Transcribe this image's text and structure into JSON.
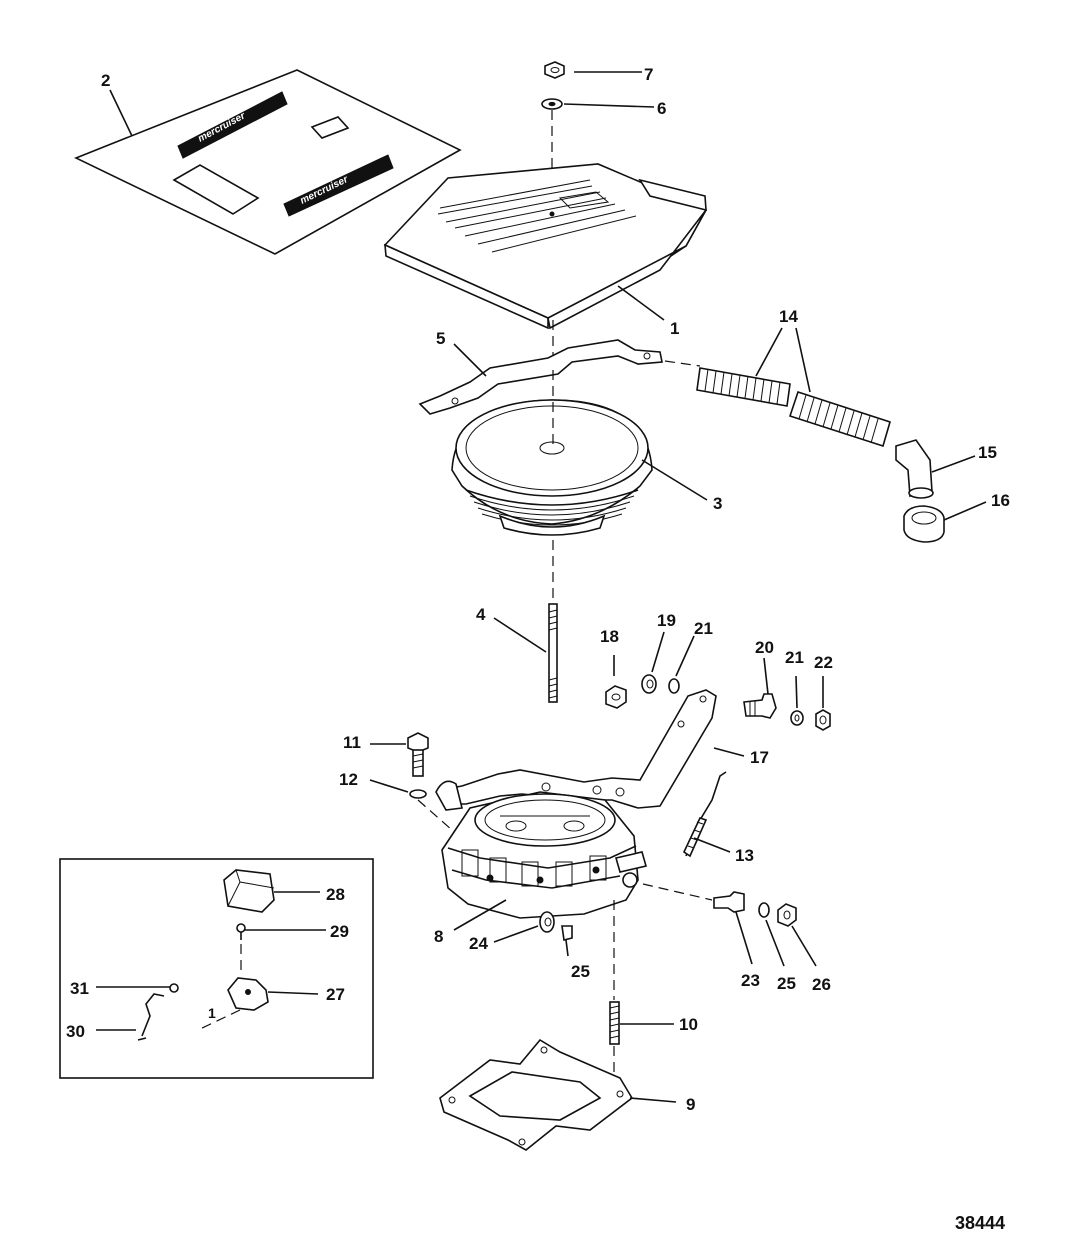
{
  "diagram": {
    "drawing_number": "38444",
    "logo_text": "mercruiser",
    "callouts": [
      {
        "id": "1",
        "label": "1"
      },
      {
        "id": "2",
        "label": "2"
      },
      {
        "id": "3",
        "label": "3"
      },
      {
        "id": "4",
        "label": "4"
      },
      {
        "id": "5",
        "label": "5"
      },
      {
        "id": "6",
        "label": "6"
      },
      {
        "id": "7",
        "label": "7"
      },
      {
        "id": "8",
        "label": "8"
      },
      {
        "id": "9",
        "label": "9"
      },
      {
        "id": "10",
        "label": "10"
      },
      {
        "id": "11",
        "label": "11"
      },
      {
        "id": "12",
        "label": "12"
      },
      {
        "id": "13",
        "label": "13"
      },
      {
        "id": "14",
        "label": "14"
      },
      {
        "id": "15",
        "label": "15"
      },
      {
        "id": "16",
        "label": "16"
      },
      {
        "id": "17",
        "label": "17"
      },
      {
        "id": "18",
        "label": "18"
      },
      {
        "id": "19",
        "label": "19"
      },
      {
        "id": "20",
        "label": "20"
      },
      {
        "id": "21a",
        "label": "21"
      },
      {
        "id": "21b",
        "label": "21"
      },
      {
        "id": "22",
        "label": "22"
      },
      {
        "id": "23",
        "label": "23"
      },
      {
        "id": "24",
        "label": "24"
      },
      {
        "id": "25a",
        "label": "25"
      },
      {
        "id": "25b",
        "label": "25"
      },
      {
        "id": "26",
        "label": "26"
      },
      {
        "id": "27",
        "label": "27"
      },
      {
        "id": "28",
        "label": "28"
      },
      {
        "id": "29",
        "label": "29"
      },
      {
        "id": "30",
        "label": "30"
      },
      {
        "id": "31",
        "label": "31"
      },
      {
        "id": "inset-1",
        "label": "1"
      }
    ]
  }
}
